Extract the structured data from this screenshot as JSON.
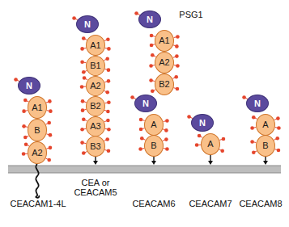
{
  "diagram": {
    "nodes": [
      {
        "text": [
          "N"
        ]
      },
      {
        "text": [
          "A1"
        ]
      },
      {
        "text": [
          "B"
        ]
      },
      {
        "text": [
          "A2"
        ]
      },
      {
        "text": [
          "N"
        ]
      },
      {
        "text": [
          "A1"
        ]
      },
      {
        "text": [
          "B1"
        ]
      },
      {
        "text": [
          "A2"
        ]
      },
      {
        "text": [
          "B2"
        ]
      },
      {
        "text": [
          "A3"
        ]
      },
      {
        "text": [
          "B3"
        ]
      },
      {
        "text": [
          "N"
        ]
      },
      {
        "text": [
          "A1"
        ]
      },
      {
        "text": [
          "A2"
        ]
      },
      {
        "text": [
          "B2"
        ]
      },
      {
        "text": [
          "N"
        ]
      },
      {
        "text": [
          "A"
        ]
      },
      {
        "text": [
          "B"
        ]
      },
      {
        "text": [
          "N"
        ]
      },
      {
        "text": [
          "A"
        ]
      },
      {
        "text": [
          "N"
        ]
      },
      {
        "text": [
          "A"
        ]
      },
      {
        "text": [
          "B"
        ]
      }
    ],
    "labels": [
      "PSG1",
      "CEACAM1-4L",
      "CEA or CEACAM5",
      "CEACAM6",
      "CEACAM7",
      "CEACAM8"
    ]
  }
}
